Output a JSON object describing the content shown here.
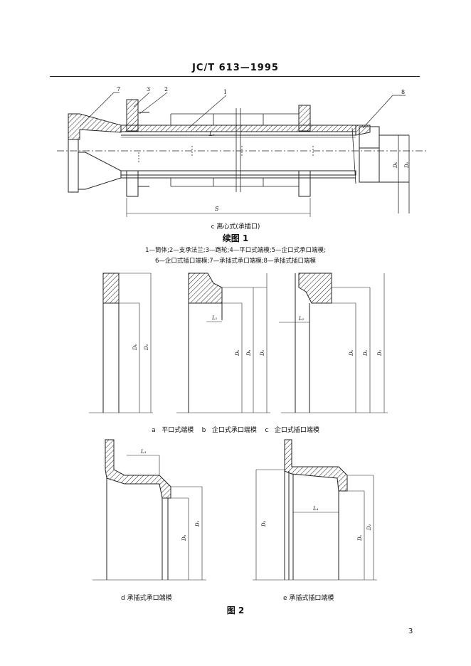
{
  "header": {
    "doc_code": "JC/T 613—1995"
  },
  "fig1": {
    "callouts": [
      "7",
      "3",
      "2",
      "1",
      "8"
    ],
    "dim_labels": {
      "L0": "L₀",
      "S": "S",
      "Dk": "Dₖ",
      "D1": "D₁"
    },
    "caption": "c  离心式(承插口)",
    "title": "续图 1",
    "legend_line1": "1—筒体;2—支承法兰;3—跑轮;4—平口式端模;5—企口式承口端模;",
    "legend_line2": "6—企口式插口端模;7—承插式承口端模;8—承插式插口端模"
  },
  "fig2": {
    "dim_labels": {
      "Dk": "Dₖ",
      "Dh": "Dₕ",
      "Ds": "Dₛ",
      "D1": "D₁",
      "L1": "L₁",
      "L2": "L₂",
      "L3": "L₃",
      "L4": "L₄"
    },
    "caption_row1": "a   平口式端模    b   企口式承口端模    c   企口式插口端模",
    "caption_d": "d   承插式承口端模",
    "caption_e": "e   承插式插口端模",
    "title": "图 2"
  },
  "footer": {
    "page_number": "3"
  }
}
